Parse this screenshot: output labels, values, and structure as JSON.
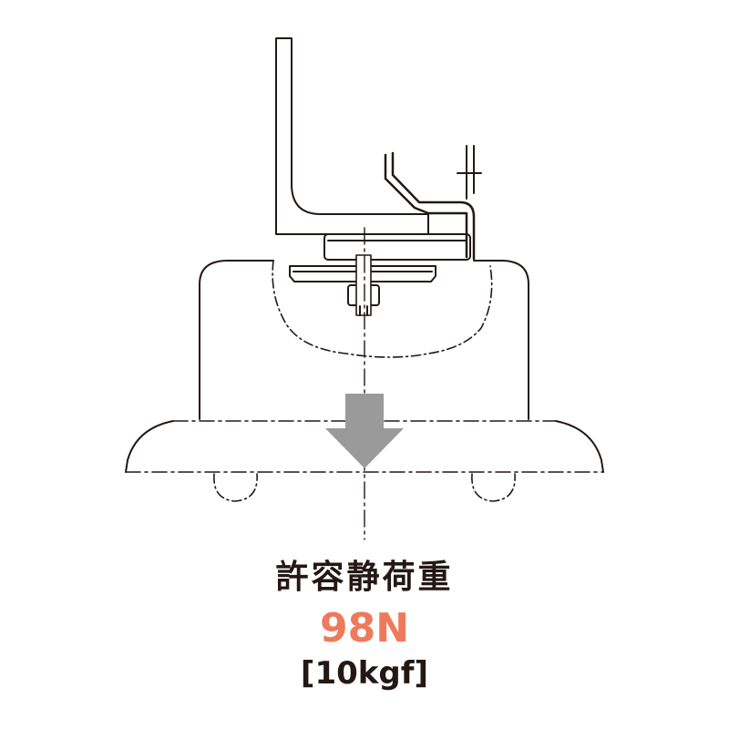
{
  "caption": {
    "title": "許容静荷重",
    "load_value": "98N",
    "load_value_kgf": "[10kgf]"
  },
  "colors": {
    "line": "#231815",
    "arrow": "#9a9a9a",
    "accent": "#ee7a5b"
  },
  "icons": {
    "load_arrow": "down-arrow-icon"
  }
}
